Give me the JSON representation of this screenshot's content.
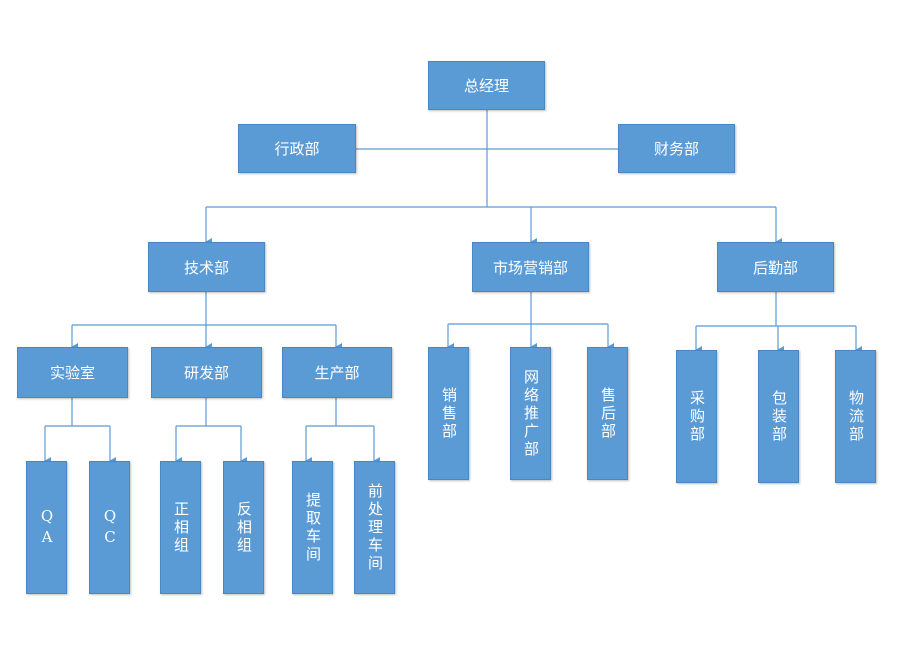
{
  "colors": {
    "node_fill": "#5b9bd5",
    "line": "#5b9bd5",
    "text": "#ffffff"
  },
  "org": {
    "ceo": "总经理",
    "admin": "行政部",
    "finance": "财务部",
    "tech": "技术部",
    "marketing": "市场营销部",
    "logistics": "后勤部",
    "lab": "实验室",
    "rnd": "研发部",
    "production": "生产部",
    "qa": "QA",
    "qc": "QC",
    "positive_group": "正相组",
    "reverse_group": "反相组",
    "extraction_workshop": "提取车间",
    "pretreatment_workshop": "前处理车间",
    "sales": "销售部",
    "online_promotion": "网络推广部",
    "after_sales": "售后部",
    "purchasing": "采购部",
    "packaging": "包装部",
    "logistics_dept": "物流部"
  }
}
